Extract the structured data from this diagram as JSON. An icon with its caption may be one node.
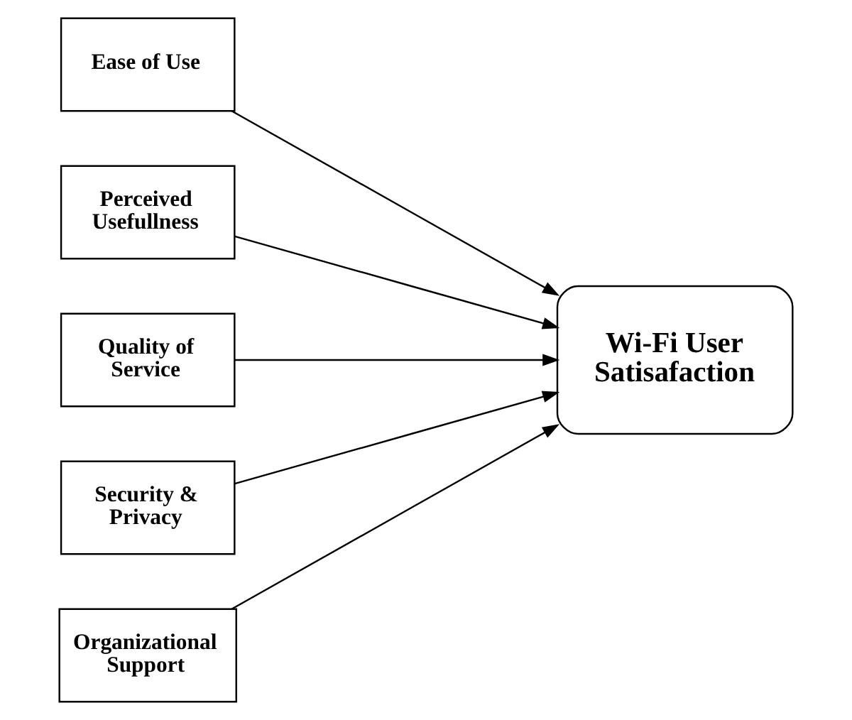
{
  "diagram": {
    "nodes": [
      {
        "text": [
          "Ease of Use"
        ]
      },
      {
        "text": [
          "Perceived Usefullness"
        ]
      },
      {
        "text": [
          "Quality of Service"
        ]
      },
      {
        "text": [
          "Security & Privacy"
        ]
      },
      {
        "text": [
          "Organizational Support"
        ]
      },
      {
        "text": [
          "Wi-Fi User Satisafaction"
        ]
      }
    ],
    "edges": [
      {
        "from": 0,
        "to": 5,
        "arrow": "to"
      },
      {
        "from": 1,
        "to": 5,
        "arrow": "to"
      },
      {
        "from": 2,
        "to": 5,
        "arrow": "to"
      },
      {
        "from": 3,
        "to": 5,
        "arrow": "to"
      },
      {
        "from": 4,
        "to": 5,
        "arrow": "to"
      }
    ]
  }
}
